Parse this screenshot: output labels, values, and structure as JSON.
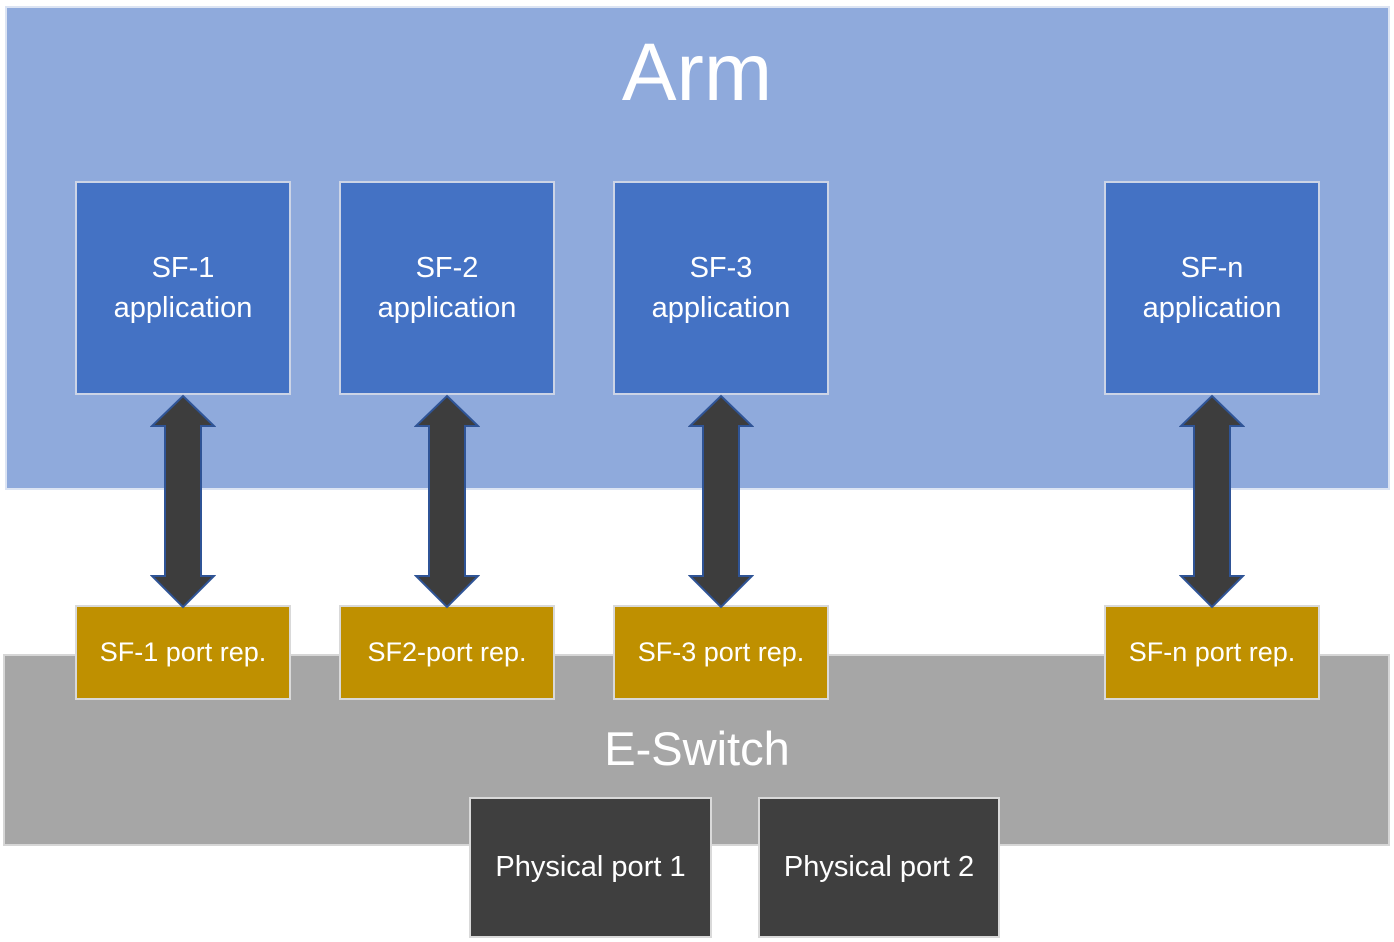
{
  "diagram": {
    "title": "Arm",
    "eswitch_label": "E-Switch",
    "columns": [
      {
        "app_line1": "SF-1",
        "app_line2": "application",
        "port_rep_label": "SF-1 port rep."
      },
      {
        "app_line1": "SF-2",
        "app_line2": "application",
        "port_rep_label": "SF2-port rep."
      },
      {
        "app_line1": "SF-3",
        "app_line2": "application",
        "port_rep_label": "SF-3 port rep."
      },
      {
        "app_line1": "SF-n",
        "app_line2": "application",
        "port_rep_label": "SF-n port rep."
      }
    ],
    "physical_ports": [
      {
        "label": "Physical port 1"
      },
      {
        "label": "Physical port 2"
      }
    ],
    "colors": {
      "arm_bg": "#8FAADC",
      "app_box_bg": "#4472C4",
      "port_rep_bg": "#BF9000",
      "eswitch_bg": "#A6A6A6",
      "physical_port_bg": "#3F3F3F",
      "arrow_fill": "#3D3D3D",
      "arrow_outline": "#2F5496",
      "text": "#FFFFFF"
    }
  }
}
